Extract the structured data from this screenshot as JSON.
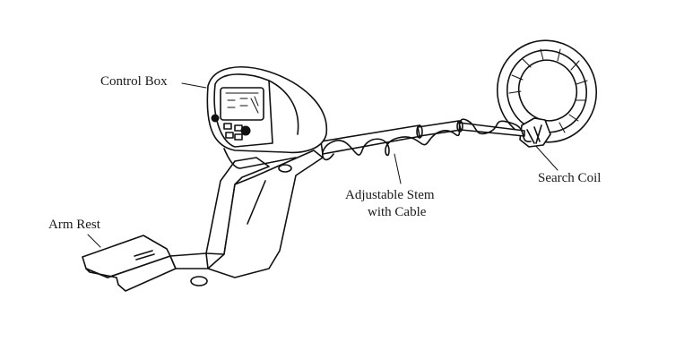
{
  "labels": {
    "control_box": "Control Box",
    "adjustable_stem_line1": "Adjustable Stem",
    "adjustable_stem_line2": "with Cable",
    "search_coil": "Search Coil",
    "arm_rest": "Arm Rest"
  }
}
